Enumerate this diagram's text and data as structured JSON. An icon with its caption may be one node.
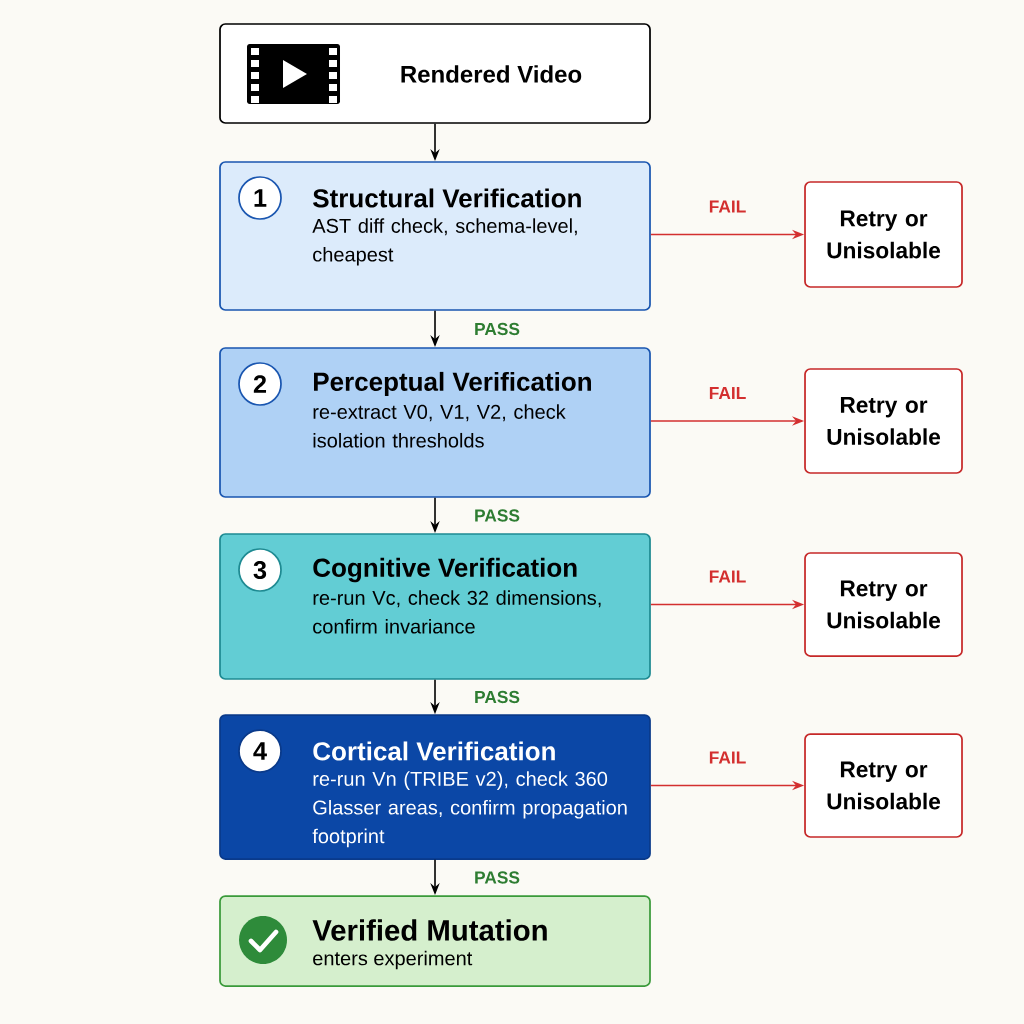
{
  "diagram": {
    "nodes": [
      {
        "text": [
          "Rendered Video"
        ]
      },
      {
        "text": [
          "1",
          "Structural Verification",
          "AST diff check, schema-level, cheapest"
        ]
      },
      {
        "text": [
          "Retry or Unisolable"
        ]
      },
      {
        "text": [
          "2",
          "Perceptual Verification",
          "re-extract V0, V1, V2, check isolation thresholds"
        ]
      },
      {
        "text": [
          "Retry or Unisolable"
        ]
      },
      {
        "text": [
          "3",
          "Cognitive Verification",
          "re-run Vc, check 32 dimensions, confirm invariance"
        ]
      },
      {
        "text": [
          "Retry or Unisolable"
        ]
      },
      {
        "text": [
          "4",
          "Cortical Verification",
          "re-run Vn (TRIBE v2), check 360 Glasser areas, confirm propagation footprint"
        ]
      },
      {
        "text": [
          "Retry or Unisolable"
        ]
      },
      {
        "text": [
          "Verified Mutation",
          "enters experiment"
        ]
      }
    ],
    "edges": [
      {
        "from": 0,
        "to": 1,
        "arrow": "to"
      },
      {
        "from": 1,
        "to": 2,
        "arrow": "to",
        "label": "FAIL",
        "color": "#d32f2f"
      },
      {
        "from": 1,
        "to": 3,
        "arrow": "to",
        "label": "PASS"
      },
      {
        "from": 3,
        "to": 4,
        "arrow": "to",
        "label": "FAIL",
        "color": "#d32f2f"
      },
      {
        "from": 3,
        "to": 5,
        "arrow": "to",
        "label": "PASS"
      },
      {
        "from": 5,
        "to": 6,
        "arrow": "to",
        "label": "FAIL",
        "color": "#d32f2f"
      },
      {
        "from": 5,
        "to": 7,
        "arrow": "to",
        "label": "PASS"
      },
      {
        "from": 7,
        "to": 8,
        "arrow": "to",
        "label": "FAIL",
        "color": "#d32f2f"
      },
      {
        "from": 7,
        "to": 9,
        "arrow": "to",
        "label": "PASS"
      }
    ]
  }
}
